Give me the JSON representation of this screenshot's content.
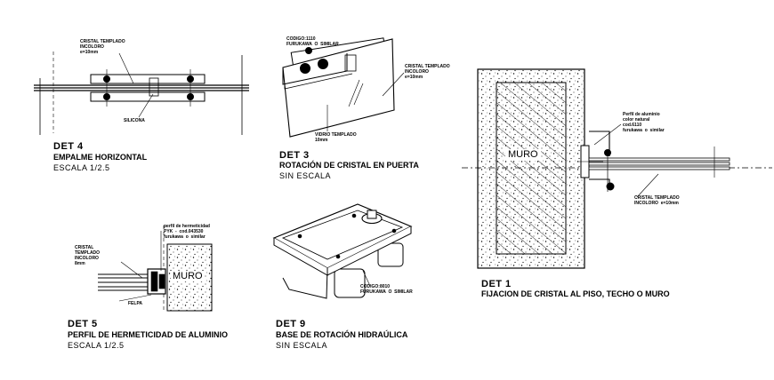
{
  "details": {
    "det4": {
      "id": "DET 4",
      "title": "EMPALME HORIZONTAL",
      "scale": "ESCALA  1/2.5",
      "callout_glass": "CRISTAL TEMPLADO\nINCOLORO\ne=10mm",
      "callout_silicone": "SILICONA"
    },
    "det3": {
      "id": "DET 3",
      "title": "ROTACIÓN DE CRISTAL EN PUERTA",
      "scale": "SIN  ESCALA",
      "callout_code": "CODIGO:1110\nFURUKAWA  O  SIMILAR",
      "callout_glass": "CRISTAL TEMPLADO\nINCOLORO\ne=10mm",
      "callout_vidrio": "VIDRIO TEMPLADO\n10mm"
    },
    "det1": {
      "id": "DET 1",
      "title": "FIJACION DE CRISTAL AL PISO, TECHO O MURO",
      "wall_label": "MURO",
      "callout_profile": "Perfil de aluminio\ncolor natural\ncod.6110\nfurukawa  o  similar",
      "callout_glass": "CRISTAL TEMPLADO\nINCOLORO  e=10mm"
    },
    "det5": {
      "id": "DET 5",
      "title": "PERFIL DE HERMETICIDAD DE ALUMINIO",
      "scale": "ESCALA  1/2.5",
      "callout_profile": "perfil de hermeticidad\nPYK  -  cod.043530\nfurukawa  o  similar",
      "callout_glass": "CRISTAL\nTEMPLADO\nINCOLORO\n8mm",
      "wall_label": "MURO",
      "callout_felpa": "FELPA"
    },
    "det9": {
      "id": "DET 9",
      "title": "BASE DE ROTACIÓN HIDRAÚLICA",
      "scale": "SIN  ESCALA",
      "callout_code": "CODIGO:8010\nFURUKAWA  O  SIMILAR"
    }
  }
}
